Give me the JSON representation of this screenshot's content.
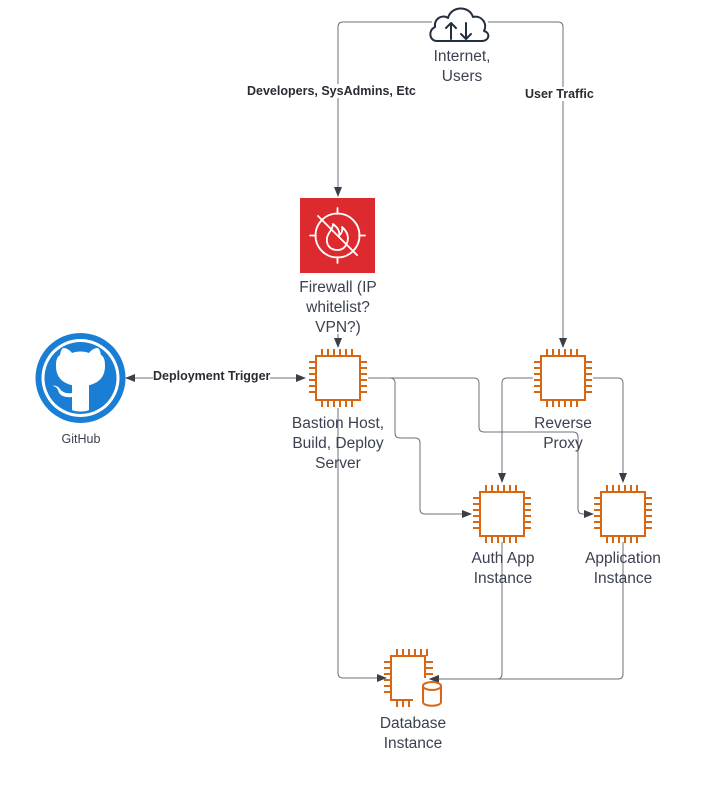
{
  "nodes": {
    "internet": {
      "label": "Internet,\nUsers",
      "icon": "cloud-upload-download-icon"
    },
    "firewall": {
      "label": "Firewall (IP\nwhitelist?\nVPN?)",
      "icon": "firewall-icon"
    },
    "github": {
      "label": "GitHub",
      "icon": "github-logo-icon"
    },
    "bastion": {
      "label": "Bastion Host,\nBuild, Deploy\nServer",
      "icon": "ec2-instance-icon"
    },
    "reverse_proxy": {
      "label": "Reverse\nProxy",
      "icon": "ec2-instance-icon"
    },
    "auth_app": {
      "label": "Auth App\nInstance",
      "icon": "ec2-instance-icon"
    },
    "application": {
      "label": "Application\nInstance",
      "icon": "ec2-instance-icon"
    },
    "database": {
      "label": "Database\nInstance",
      "icon": "ec2-db-instance-icon"
    }
  },
  "edges": {
    "developers": "Developers, SysAdmins, Etc",
    "user_traffic": "User Traffic",
    "deployment_trigger": "Deployment Trigger"
  },
  "colors": {
    "chip": "#d86613",
    "firewall_bg": "#dd2a2f",
    "github": "#1a7fd4",
    "line": "#545b64",
    "cloud": "#232f3e"
  }
}
